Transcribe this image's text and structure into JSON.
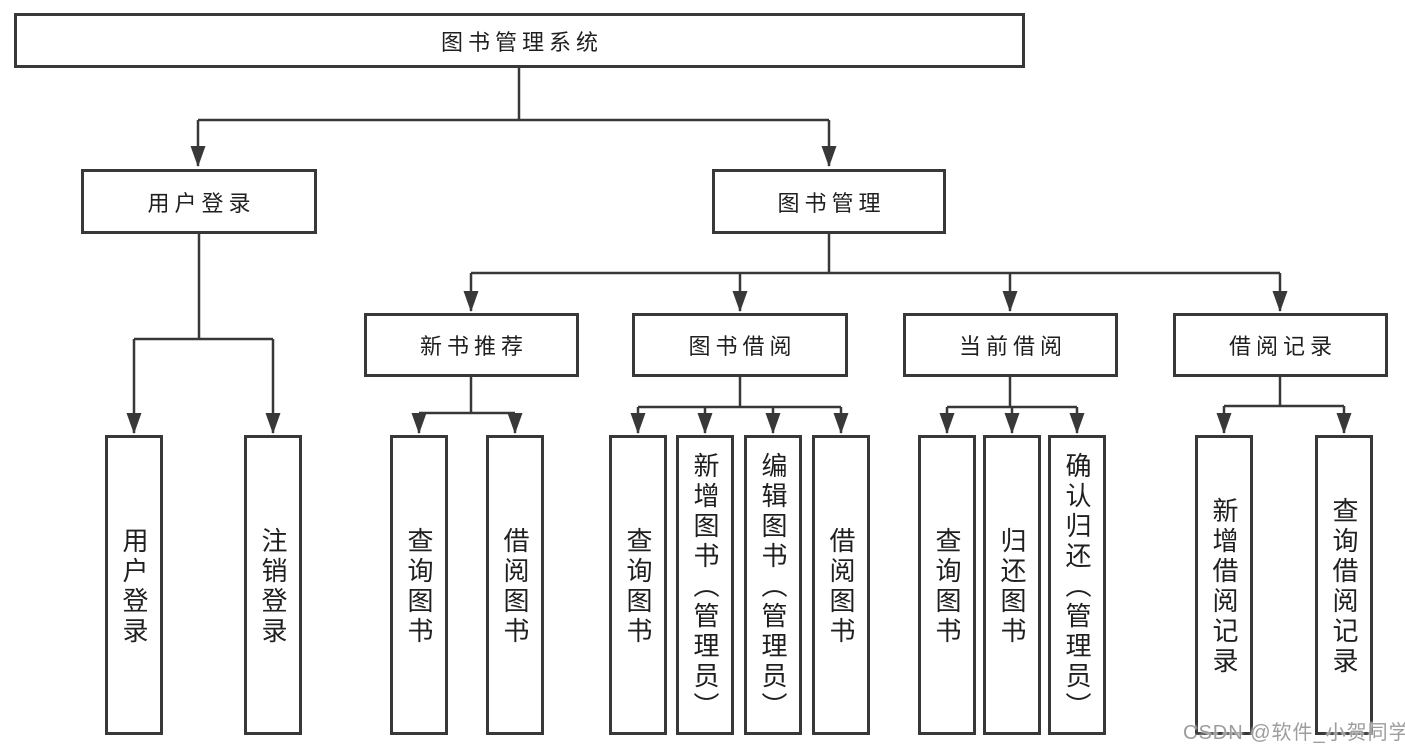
{
  "diagram": {
    "type": "hierarchy-tree",
    "tree": {
      "root": {
        "label": "图书管理系统",
        "children": [
          {
            "label": "用户登录",
            "children": [
              {
                "label": "用户登录"
              },
              {
                "label": "注销登录"
              }
            ]
          },
          {
            "label": "图书管理",
            "children": [
              {
                "label": "新书推荐",
                "children": [
                  {
                    "label": "查询图书"
                  },
                  {
                    "label": "借阅图书"
                  }
                ]
              },
              {
                "label": "图书借阅",
                "children": [
                  {
                    "label": "查询图书"
                  },
                  {
                    "label": "新增图书（管理员）"
                  },
                  {
                    "label": "编辑图书（管理员）"
                  },
                  {
                    "label": "借阅图书"
                  }
                ]
              },
              {
                "label": "当前借阅",
                "children": [
                  {
                    "label": "查询图书"
                  },
                  {
                    "label": "归还图书"
                  },
                  {
                    "label": "确认归还（管理员）"
                  }
                ]
              },
              {
                "label": "借阅记录",
                "children": [
                  {
                    "label": "新增借阅记录"
                  },
                  {
                    "label": "查询借阅记录"
                  }
                ]
              }
            ]
          }
        ]
      }
    },
    "line_color": "#383838",
    "box_fill": "#ffffff",
    "text_color": "#1f1f1f"
  },
  "watermark": {
    "text": "CSDN @软件_小贺同学",
    "color": "#9d9d9d"
  }
}
